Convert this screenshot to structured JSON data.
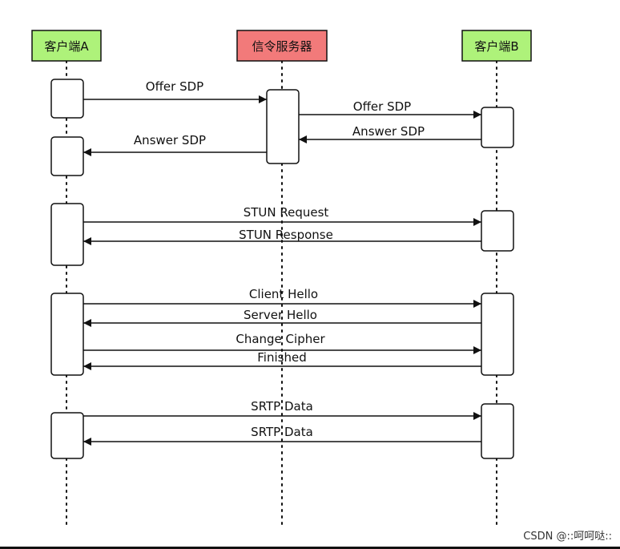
{
  "participants": [
    {
      "id": "A",
      "label": "客户端A",
      "color": "#aef27a"
    },
    {
      "id": "S",
      "label": "信令服务器",
      "color": "#f27a7a"
    },
    {
      "id": "B",
      "label": "客户端B",
      "color": "#aef27a"
    }
  ],
  "messages": [
    {
      "label": "Offer SDP",
      "from": "A",
      "to": "S"
    },
    {
      "label": "Offer SDP",
      "from": "S",
      "to": "B"
    },
    {
      "label": "Answer SDP",
      "from": "B",
      "to": "S"
    },
    {
      "label": "Answer SDP",
      "from": "S",
      "to": "A"
    },
    {
      "label": "STUN Request",
      "from": "A",
      "to": "B"
    },
    {
      "label": "STUN Response",
      "from": "B",
      "to": "A"
    },
    {
      "label": "Client Hello",
      "from": "A",
      "to": "B"
    },
    {
      "label": "Server Hello",
      "from": "B",
      "to": "A"
    },
    {
      "label": "Change Cipher",
      "from": "A",
      "to": "B"
    },
    {
      "label": "Finished",
      "from": "B",
      "to": "A"
    },
    {
      "label": "SRTP Data",
      "from": "A",
      "to": "B"
    },
    {
      "label": "SRTP Data",
      "from": "B",
      "to": "A"
    }
  ],
  "watermark": "CSDN @::呵呵哒::"
}
